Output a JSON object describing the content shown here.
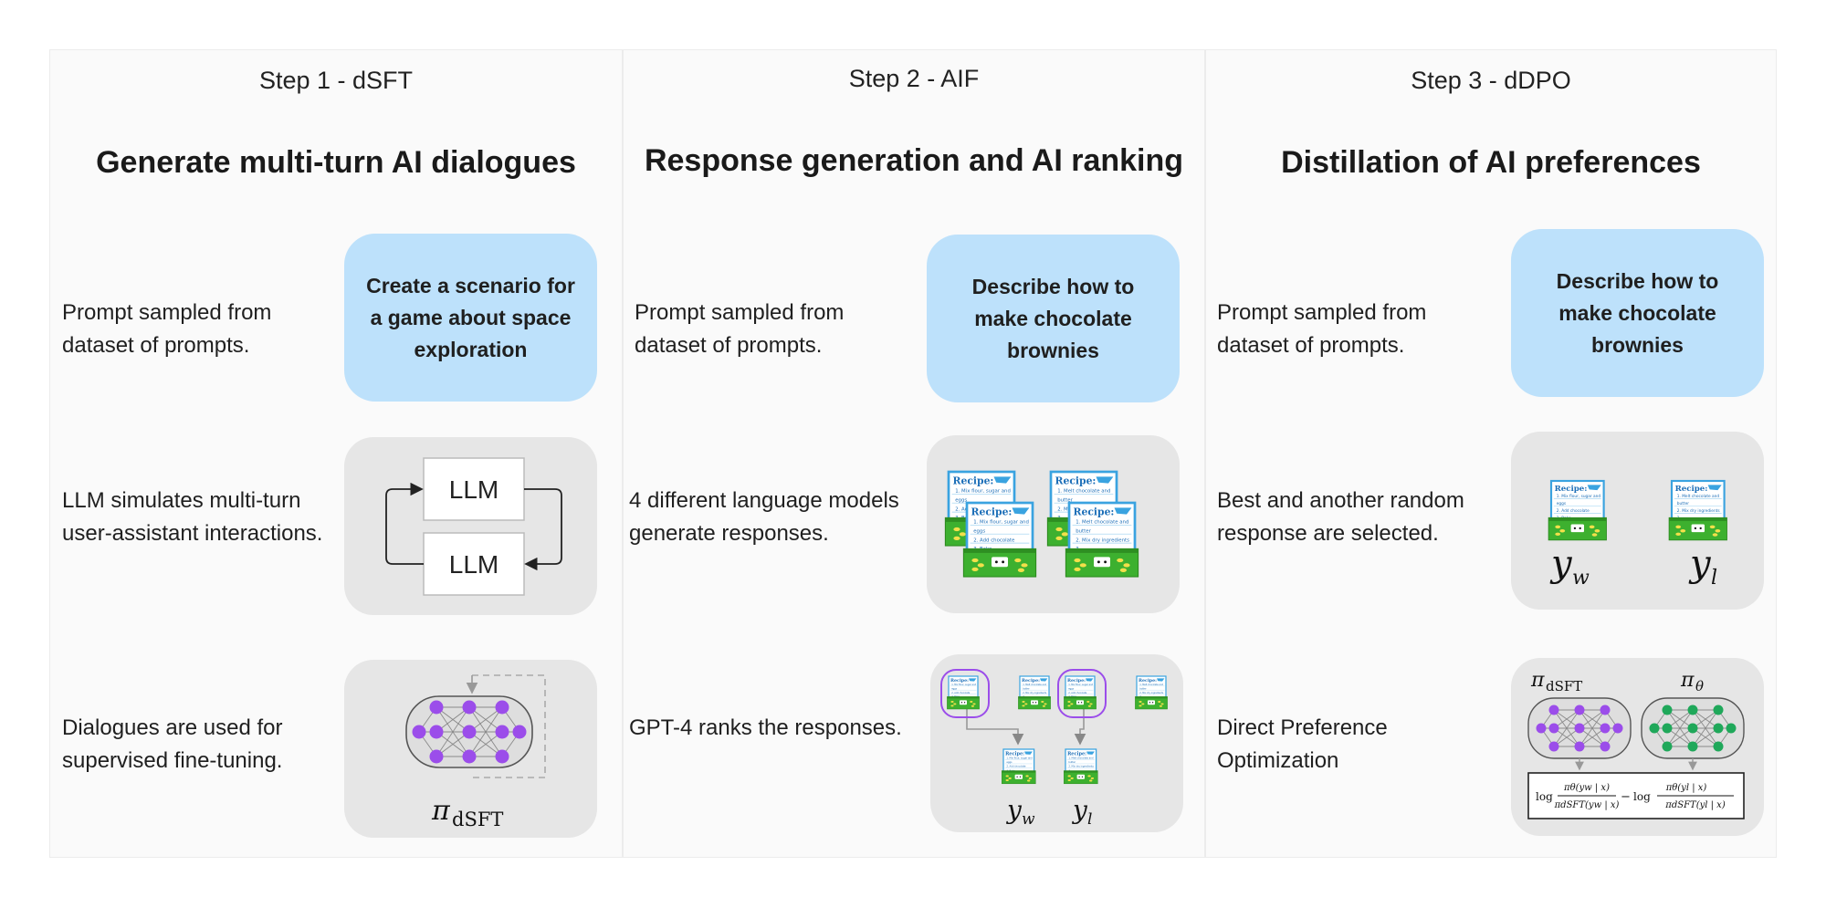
{
  "steps": [
    {
      "step_label": "Step 1 - dSFT",
      "title": "Generate multi-turn AI dialogues",
      "rows": [
        {
          "desc_line1": "Prompt sampled from",
          "desc_line2": "dataset of prompts.",
          "prompt_text": "Create a scenario for a game about space exploration"
        },
        {
          "desc_line1": "LLM simulates multi-turn",
          "desc_line2": "user-assistant interactions.",
          "llm_top": "LLM",
          "llm_bottom": "LLM"
        },
        {
          "desc_line1": "Dialogues are used for",
          "desc_line2": "supervised fine-tuning.",
          "policy_symbol": "π",
          "policy_subscript": "dSFT"
        }
      ]
    },
    {
      "step_label": "Step 2 - AIF",
      "title": "Response generation and AI ranking",
      "rows": [
        {
          "desc_line1": "Prompt sampled from",
          "desc_line2": "dataset of prompts.",
          "prompt_text": "Describe how to make chocolate brownies"
        },
        {
          "desc_line1": "4 different language models",
          "desc_line2": "generate responses."
        },
        {
          "desc_line1": "GPT-4 ranks the responses.",
          "desc_line2": "",
          "yw_symbol": "y",
          "yw_sub": "w",
          "yl_symbol": "y",
          "yl_sub": "l"
        }
      ]
    },
    {
      "step_label": "Step 3 - dDPO",
      "title": "Distillation of AI preferences",
      "rows": [
        {
          "desc_line1": "Prompt sampled from",
          "desc_line2": "dataset of prompts.",
          "prompt_text": "Describe how to make chocolate brownies"
        },
        {
          "desc_line1": "Best and another random",
          "desc_line2": "response are selected.",
          "yw_symbol": "y",
          "yw_sub": "w",
          "yl_symbol": "y",
          "yl_sub": "l"
        },
        {
          "desc_line1": "Direct Preference",
          "desc_line2": "Optimization",
          "pi_dsft": "dSFT",
          "pi_theta": "θ",
          "formula_log": "log",
          "formula_minus": "−",
          "formula_num_w": "πθ(yw | x)",
          "formula_den_w": "πdSFT(yw | x)",
          "formula_num_l": "πθ(yl | x)",
          "formula_den_l": "πdSFT(yl | x)"
        }
      ]
    }
  ],
  "recipe": {
    "header": "Recipe:",
    "lines_a": [
      "1. Mix flour, sugar and",
      "eggs",
      "2. Add chocolate",
      "3. Bake"
    ],
    "lines_b": [
      "1. Melt chocolate and",
      "butter",
      "2. Mix dry ingredients",
      "3. ..."
    ]
  },
  "colors": {
    "prompt_bg": "#bde1fb",
    "node_dsft": "#9b4dea",
    "node_theta": "#1fa85a",
    "highlight_ring": "#9b4dea",
    "recipe_border": "#3aa3e0",
    "box_green": "#3db02f"
  }
}
